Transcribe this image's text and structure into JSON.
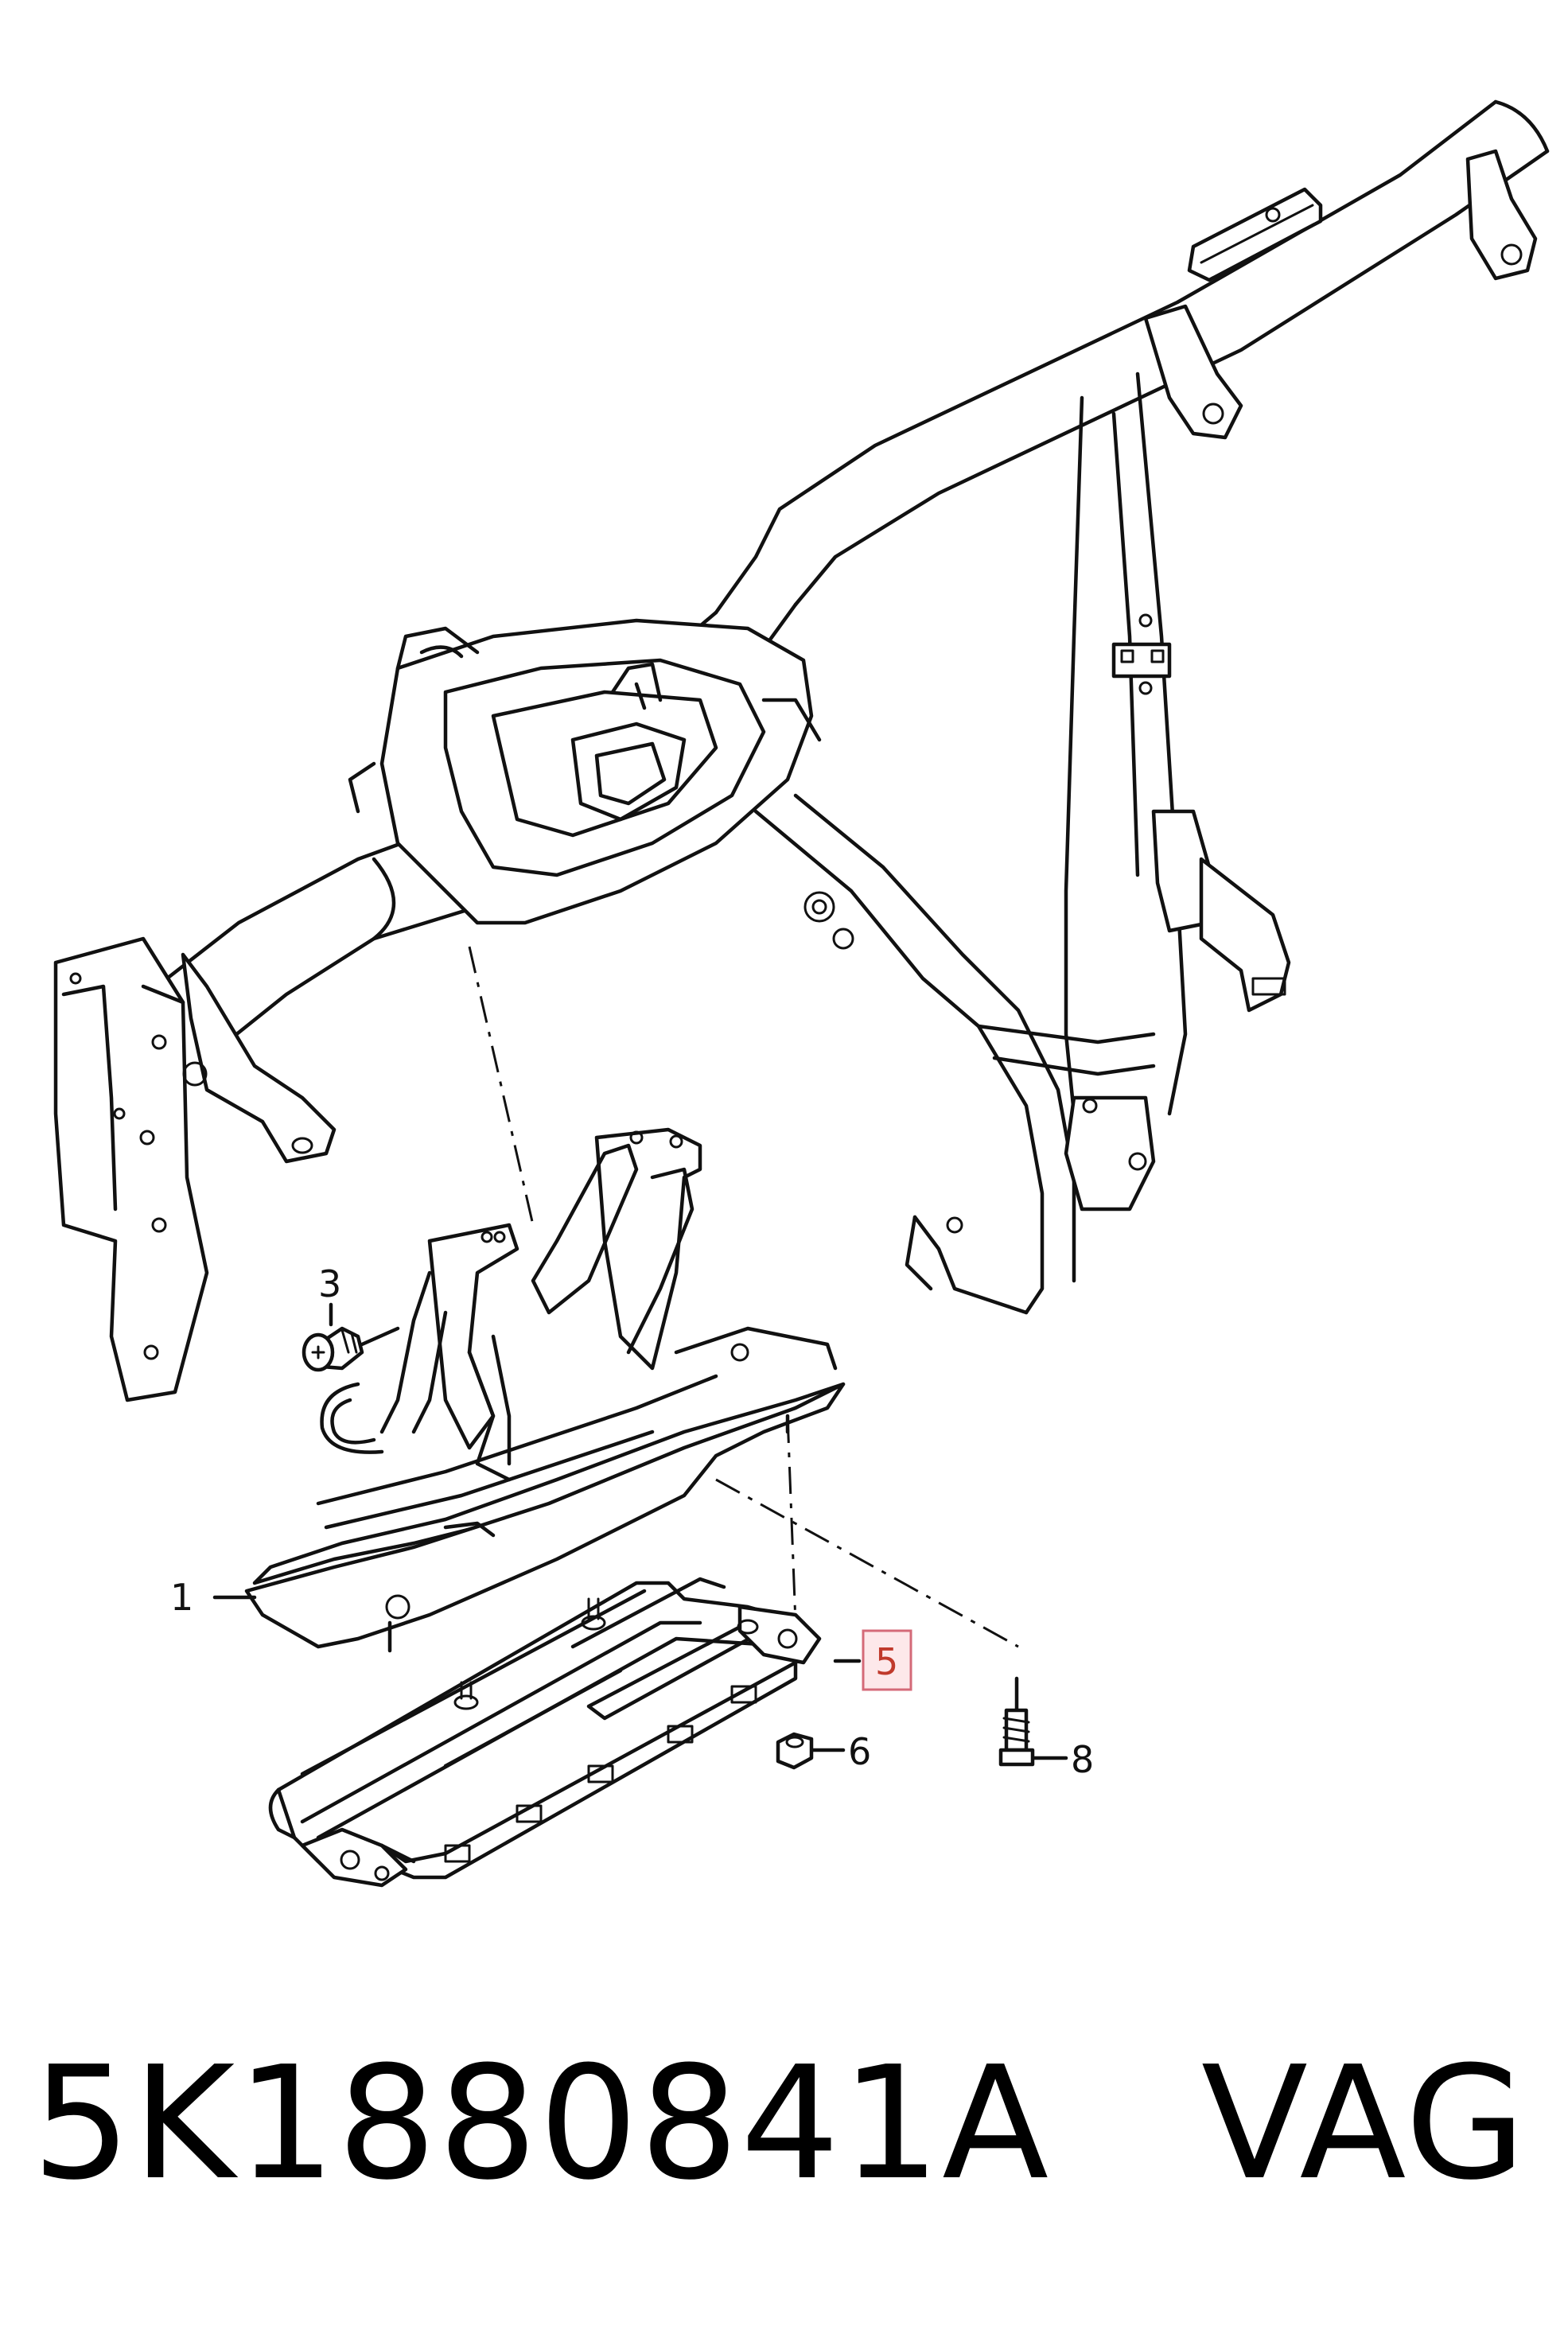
{
  "diagram": {
    "callouts": [
      {
        "id": "1",
        "text": "1",
        "highlighted": false
      },
      {
        "id": "3",
        "text": "3",
        "highlighted": false
      },
      {
        "id": "5",
        "text": "5",
        "highlighted": true
      },
      {
        "id": "6",
        "text": "6",
        "highlighted": false
      },
      {
        "id": "8",
        "text": "8",
        "highlighted": false
      }
    ],
    "highlight_color": "#d46a78"
  },
  "caption": {
    "part_number": "5K1880841A",
    "maker": "VAG"
  }
}
